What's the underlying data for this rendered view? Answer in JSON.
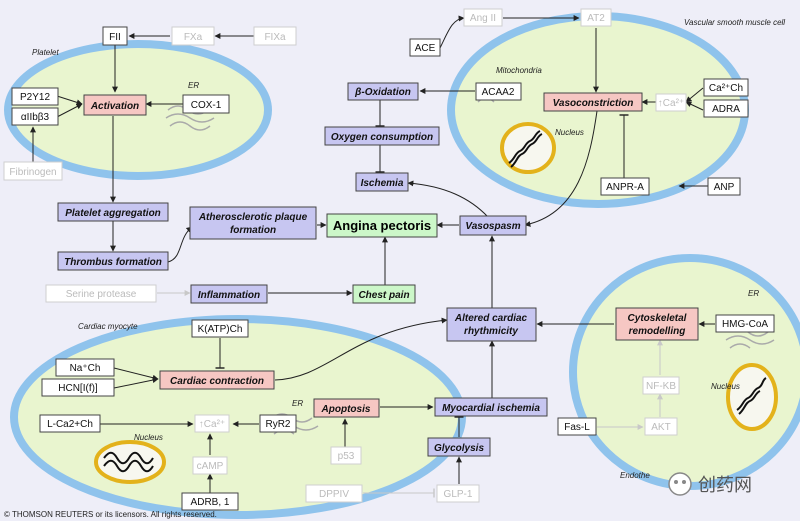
{
  "regions": {
    "platelet": "Platelet",
    "vascular": "Vascular smooth muscle cell",
    "cardiac": "Cardiac myocyte",
    "endothelial": "Endothe",
    "er": "ER",
    "mitochondria": "Mitochondria",
    "nucleus": "Nucleus"
  },
  "genes": {
    "fii": "FII",
    "fxa": "FXa",
    "fixa": "FIXa",
    "p2y12": "P2Y12",
    "aiib3": "αIIbβ3",
    "cox1": "COX-1",
    "fibrinogen": "Fibrinogen",
    "angii": "Ang II",
    "at2": "AT2",
    "ace": "ACE",
    "acaa2": "ACAA2",
    "ca_ch": "Ca²⁺Ch",
    "adra": "ADRA",
    "tca_vasc": "↑Ca²⁺",
    "anpr_a": "ANPR-A",
    "anp": "ANP",
    "serine_protease": "Serine protease",
    "katp_ch": "K(ATP)Ch",
    "na_ch": "Na⁺Ch",
    "hcn": "HCN[I(f)]",
    "l_ca2_ch": "L-Ca2+Ch",
    "tca_cardiac": "↑Ca²⁺",
    "ryr2": "RyR2",
    "camp": "cAMP",
    "adrb1": "ADRB, 1",
    "p53": "p53",
    "dppiv": "DPPIV",
    "glp1": "GLP-1",
    "hmg_coa": "HMG-CoA",
    "nfkb": "NF-KB",
    "fas_l": "Fas-L",
    "akt": "AKT"
  },
  "processes": {
    "activation": "Activation",
    "beta_oxidation": "β-Oxidation",
    "oxygen_consumption": "Oxygen consumption",
    "ischemia": "Ischemia",
    "vasoconstriction": "Vasoconstriction",
    "platelet_aggregation": "Platelet aggregation",
    "thrombus_formation": "Thrombus formation",
    "plaque_1": "Atherosclerotic plaque",
    "plaque_2": "formation",
    "angina": "Angina pectoris",
    "vasospasm": "Vasospasm",
    "inflammation": "Inflammation",
    "chest_pain": "Chest pain",
    "altered_1": "Altered cardiac",
    "altered_2": "rhythmicity",
    "cardiac_contraction": "Cardiac contraction",
    "apoptosis": "Apoptosis",
    "myocardial_ischemia": "Myocardial ischemia",
    "glycolysis": "Glycolysis",
    "cyto_1": "Cytoskeletal",
    "cyto_2": "remodelling"
  },
  "footer": {
    "copyright": "© THOMSON REUTERS or its licensors. All rights reserved.",
    "watermark": "创药网"
  },
  "colors": {
    "background": "#eeeef8",
    "cell_fill": "#e9f5cf",
    "cell_border": "#8fc3ec",
    "process_fill": "#c7c6f1",
    "highlight_fill": "#f6c7c3",
    "endpoint_fill": "#ccf7c9",
    "nucleus_ring": "#e3b21b"
  }
}
